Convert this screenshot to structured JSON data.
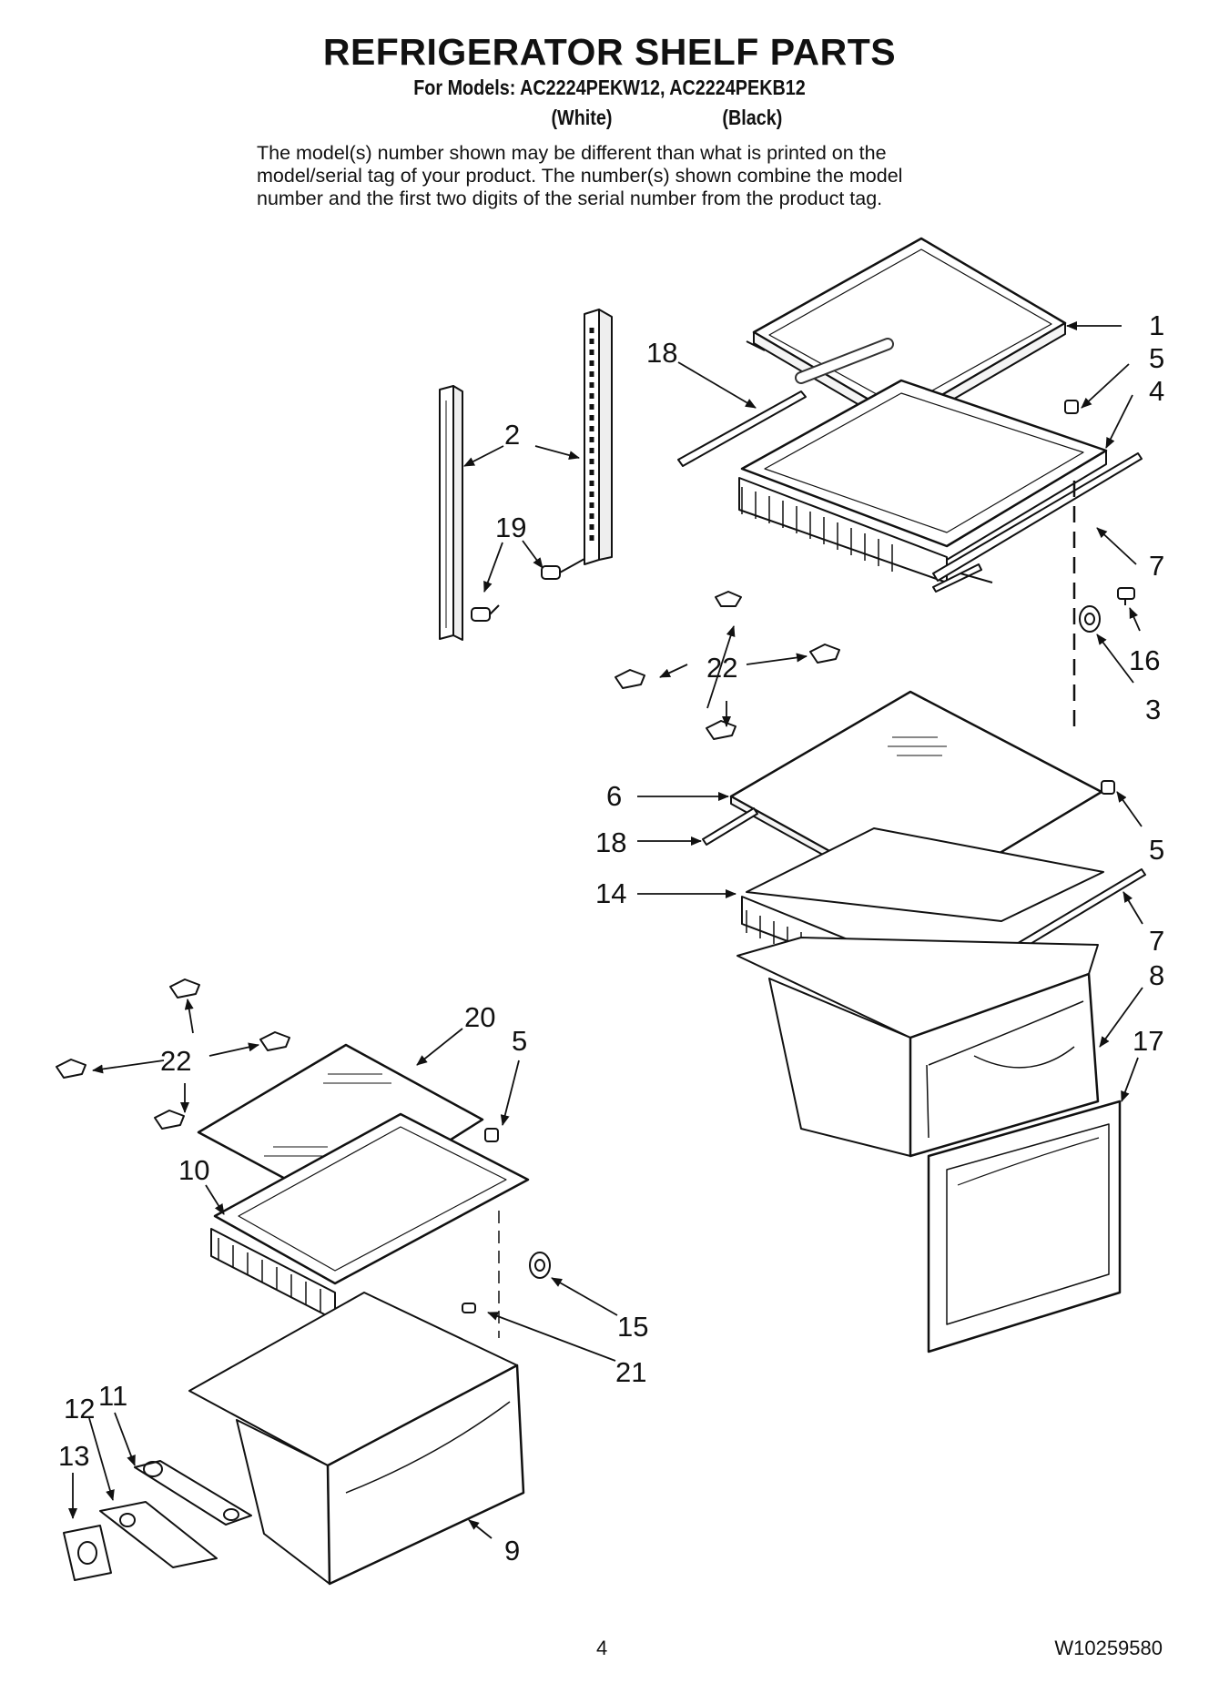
{
  "header": {
    "title": "REFRIGERATOR SHELF PARTS",
    "models_line": "For Models: AC2224PEKW12, AC2224PEKB12",
    "variant_white": "(White)",
    "variant_black": "(Black)",
    "note_lines": [
      "The model(s) number shown may be different than what is printed on the",
      "model/serial tag of your product. The number(s) shown combine the model",
      "number and the first two digits of the serial number from the product tag."
    ]
  },
  "callouts": {
    "c1": "1",
    "c2": "2",
    "c3": "3",
    "c4": "4",
    "c5a": "5",
    "c5b": "5",
    "c5c": "5",
    "c6": "6",
    "c7a": "7",
    "c7b": "7",
    "c8": "8",
    "c9": "9",
    "c10": "10",
    "c11": "11",
    "c12": "12",
    "c13": "13",
    "c14": "14",
    "c15": "15",
    "c16": "16",
    "c17": "17",
    "c18a": "18",
    "c18b": "18",
    "c19": "19",
    "c20": "20",
    "c21": "21",
    "c22a": "22",
    "c22b": "22"
  },
  "footer": {
    "page_number": "4",
    "document_number": "W10259580"
  }
}
